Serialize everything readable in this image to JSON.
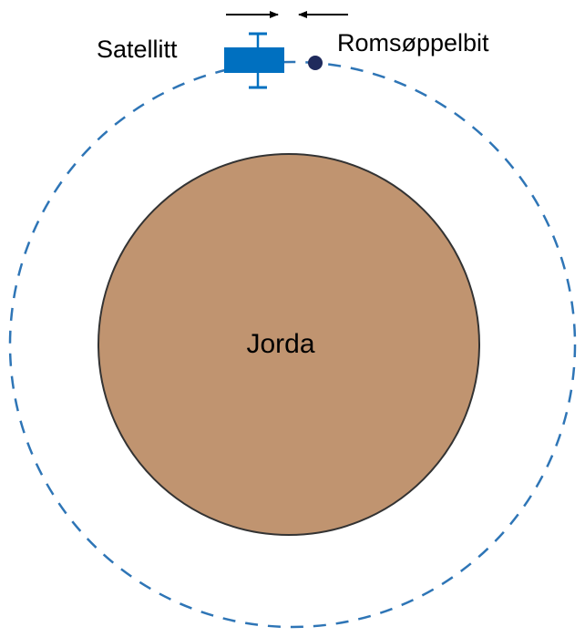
{
  "labels": {
    "satellite": "Satellitt",
    "debris": "Romsøppelbit",
    "earth": "Jorda"
  },
  "colors": {
    "earth_fill": "#C09470",
    "earth_stroke": "#333333",
    "orbit": "#2E75B6",
    "satellite": "#0070C0",
    "debris": "#1F2A5C",
    "arrow": "#000000"
  },
  "icons": {
    "satellite": "satellite-icon",
    "debris": "debris-dot-icon",
    "arrows": "arrow-right-icon / arrow-left-icon"
  }
}
